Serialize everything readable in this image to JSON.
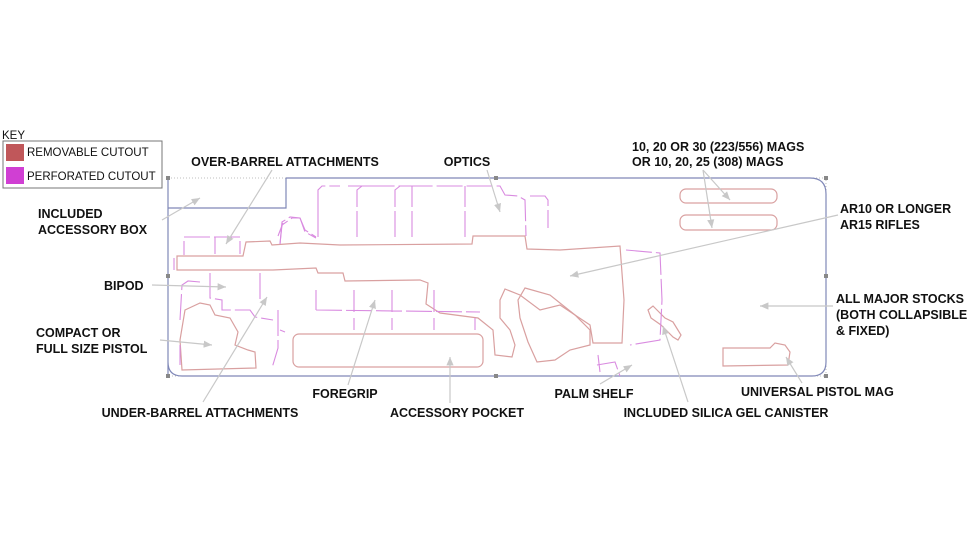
{
  "key": {
    "title": "KEY",
    "items": [
      {
        "label": "REMOVABLE CUTOUT",
        "color": "#c0575a"
      },
      {
        "label": "PERFORATED CUTOUT",
        "color": "#d03fd3"
      }
    ]
  },
  "labels": {
    "over_barrel": "OVER-BARREL ATTACHMENTS",
    "optics": "OPTICS",
    "mags_1": "10, 20 OR 30 (223/556) MAGS",
    "mags_2": "OR 10, 20, 25 (308) MAGS",
    "accessory_box_1": "INCLUDED",
    "accessory_box_2": "ACCESSORY BOX",
    "rifles_1": "AR10 OR LONGER",
    "rifles_2": "AR15 RIFLES",
    "bipod": "BIPOD",
    "stocks_1": "ALL MAJOR STOCKS",
    "stocks_2": "(BOTH COLLAPSIBLE",
    "stocks_3": "& FIXED)",
    "pistol_1": "COMPACT OR",
    "pistol_2": "FULL SIZE PISTOL",
    "foregrip": "FOREGRIP",
    "palm_shelf": "PALM SHELF",
    "pistol_mag": "UNIVERSAL PISTOL MAG",
    "under_barrel": "UNDER-BARREL ATTACHMENTS",
    "accessory_pocket": "ACCESSORY POCKET",
    "silica": "INCLUDED SILICA GEL CANISTER"
  }
}
